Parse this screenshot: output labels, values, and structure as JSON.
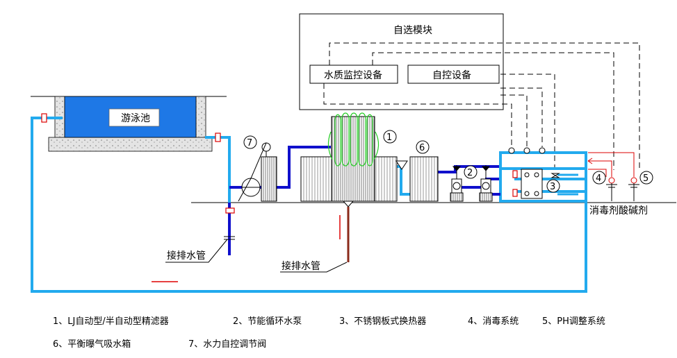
{
  "diagram": {
    "module_title": "自选模块",
    "water_monitor": "水质监控设备",
    "auto_control": "自控设备",
    "pool": "游泳池",
    "drain_left": "接排水管",
    "drain_center": "接排水管",
    "chemicals": "消毒剂酸碱剂",
    "markers": {
      "m1": "1",
      "m2": "2",
      "m3": "3",
      "m4": "4",
      "m5": "5",
      "m6": "6",
      "m7": "7"
    }
  },
  "legend": {
    "line1": [
      "1、LJ自动型/半自动型精滤器",
      "2、节能循环水泵",
      "3、不锈钢板式换热器",
      "4、消毒系统",
      "5、PH调整系统"
    ],
    "line2": [
      "6、平衡曝气吸水箱",
      "7、水力自控调节阀"
    ]
  },
  "colors": {
    "pipe_light": "#22aaee",
    "pipe_dark": "#1010cc",
    "pool_water": "#1e78e6",
    "concrete": "#dcdcdc",
    "red": "#dd0000",
    "filter_green": "#22cc22"
  }
}
